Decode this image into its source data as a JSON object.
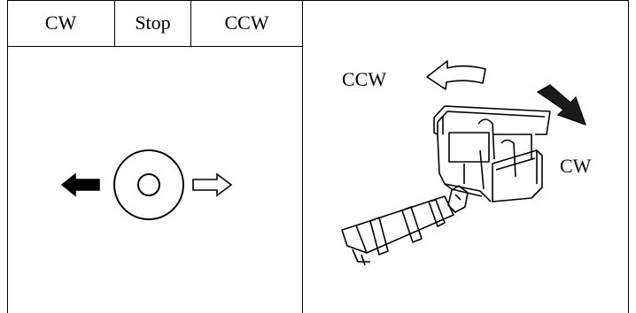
{
  "control_table": {
    "headers": {
      "cw": "CW",
      "stop": "Stop",
      "ccw": "CCW"
    }
  },
  "rotation_figure": {
    "ccw_label": "CCW",
    "cw_label": "CW"
  }
}
